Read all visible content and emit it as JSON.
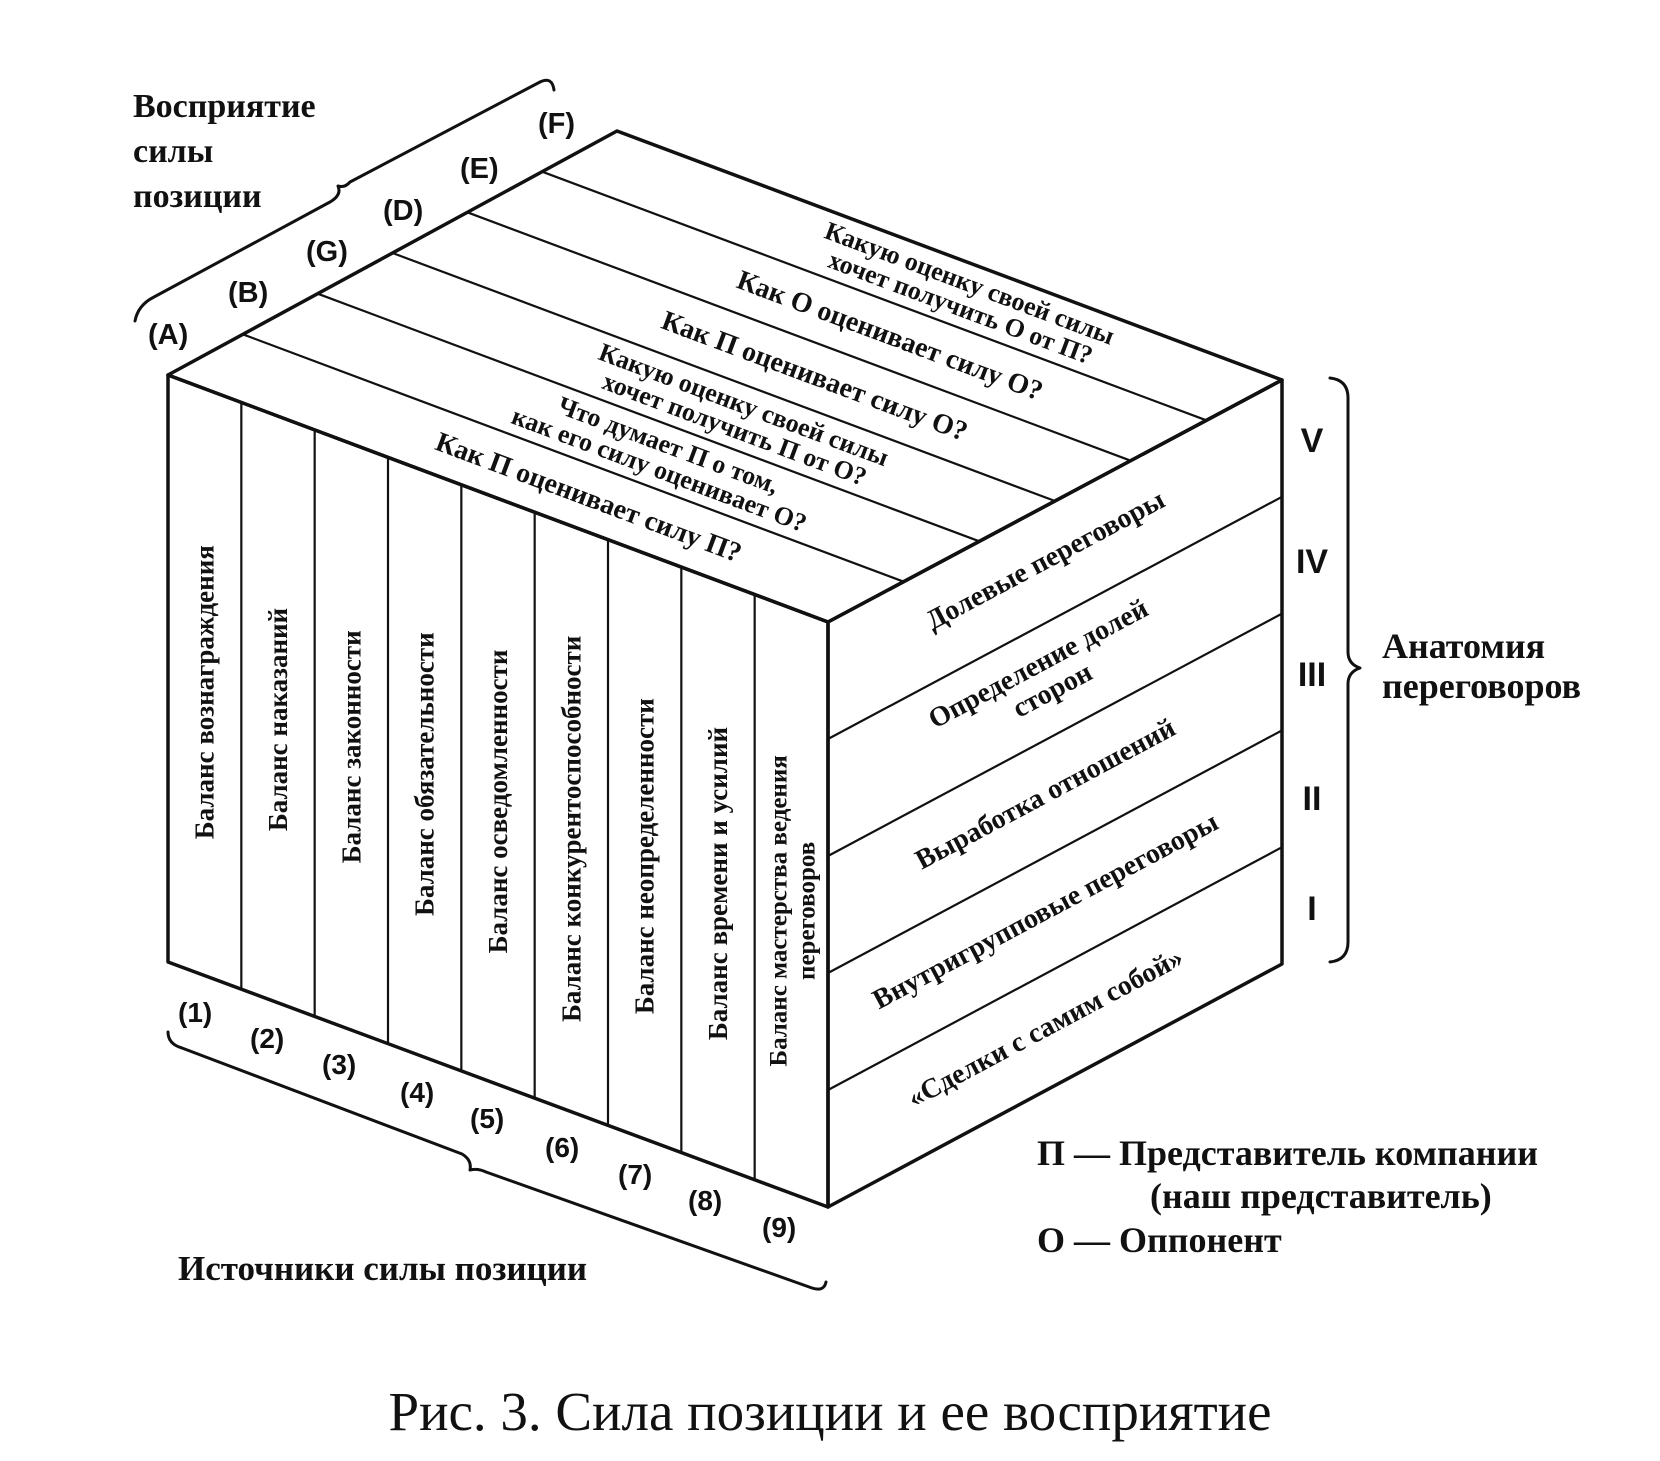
{
  "perception_label": [
    "Восприятие",
    "силы",
    "позиции"
  ],
  "top_letters": [
    "(A)",
    "(B)",
    "(G)",
    "(D)",
    "(E)",
    "(F)"
  ],
  "top_questions": [
    [
      "Как П оценивает силу П?"
    ],
    [
      "Что думает П о том,",
      "как его силу оценивает О?"
    ],
    [
      "Какую оценку своей силы",
      "хочет получить П от О?"
    ],
    [
      "Как П оценивает силу О?"
    ],
    [
      "Как О оценивает силу О?"
    ],
    [
      "Какую оценку своей силы",
      "хочет получить О от П?"
    ]
  ],
  "front_columns": [
    [
      "Баланс вознаграждения"
    ],
    [
      "Баланс наказаний"
    ],
    [
      "Баланс законности"
    ],
    [
      "Баланс обязательности"
    ],
    [
      "Баланс осведомленности"
    ],
    [
      "Баланс конкурентоспособности"
    ],
    [
      "Баланс неопределенности"
    ],
    [
      "Баланс времени и усилий"
    ],
    [
      "Баланс мастерства ведения",
      "переговоров"
    ]
  ],
  "column_numbers": [
    "(1)",
    "(2)",
    "(3)",
    "(4)",
    "(5)",
    "(6)",
    "(7)",
    "(8)",
    "(9)"
  ],
  "sources_label": "Источники силы позиции",
  "side_rows": [
    [
      "Долевые переговоры"
    ],
    [
      "Определение долей",
      "сторон"
    ],
    [
      "Выработка отношений"
    ],
    [
      "Внутригрупповые переговоры"
    ],
    [
      "«Сделки с самим собой»"
    ]
  ],
  "roman_numerals": [
    "V",
    "IV",
    "III",
    "II",
    "I"
  ],
  "anatomy_label": [
    "Анатомия",
    "переговоров"
  ],
  "legend": {
    "p_line1": "П — Представитель компании",
    "p_line2": "(наш представитель)",
    "o_line": "О — Оппонент"
  },
  "caption": "Рис. 3. Сила позиции и ее восприятие"
}
